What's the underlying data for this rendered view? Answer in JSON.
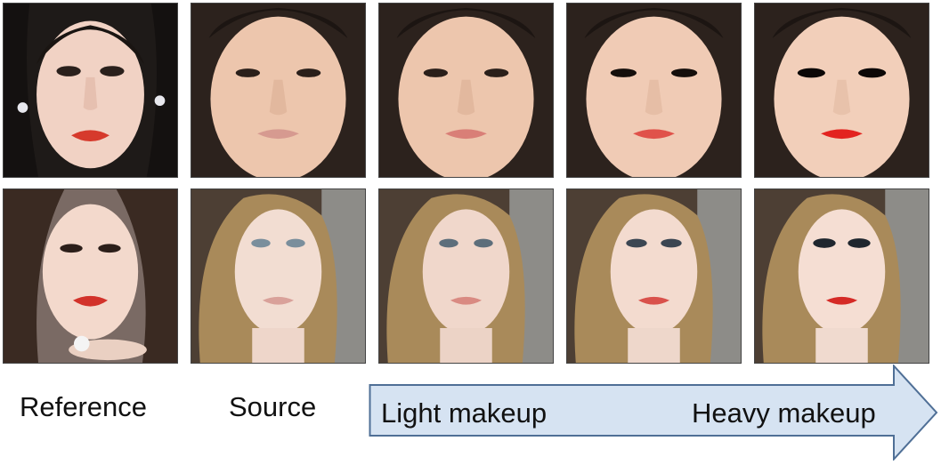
{
  "labels": {
    "reference": "Reference",
    "source": "Source",
    "light": "Light makeup",
    "heavy": "Heavy makeup"
  },
  "colors": {
    "arrow_fill": "#d6e3f2",
    "arrow_stroke": "#4f6f96",
    "row1_bg": "#2b2420",
    "row2_bg": "#6b5a4a"
  }
}
